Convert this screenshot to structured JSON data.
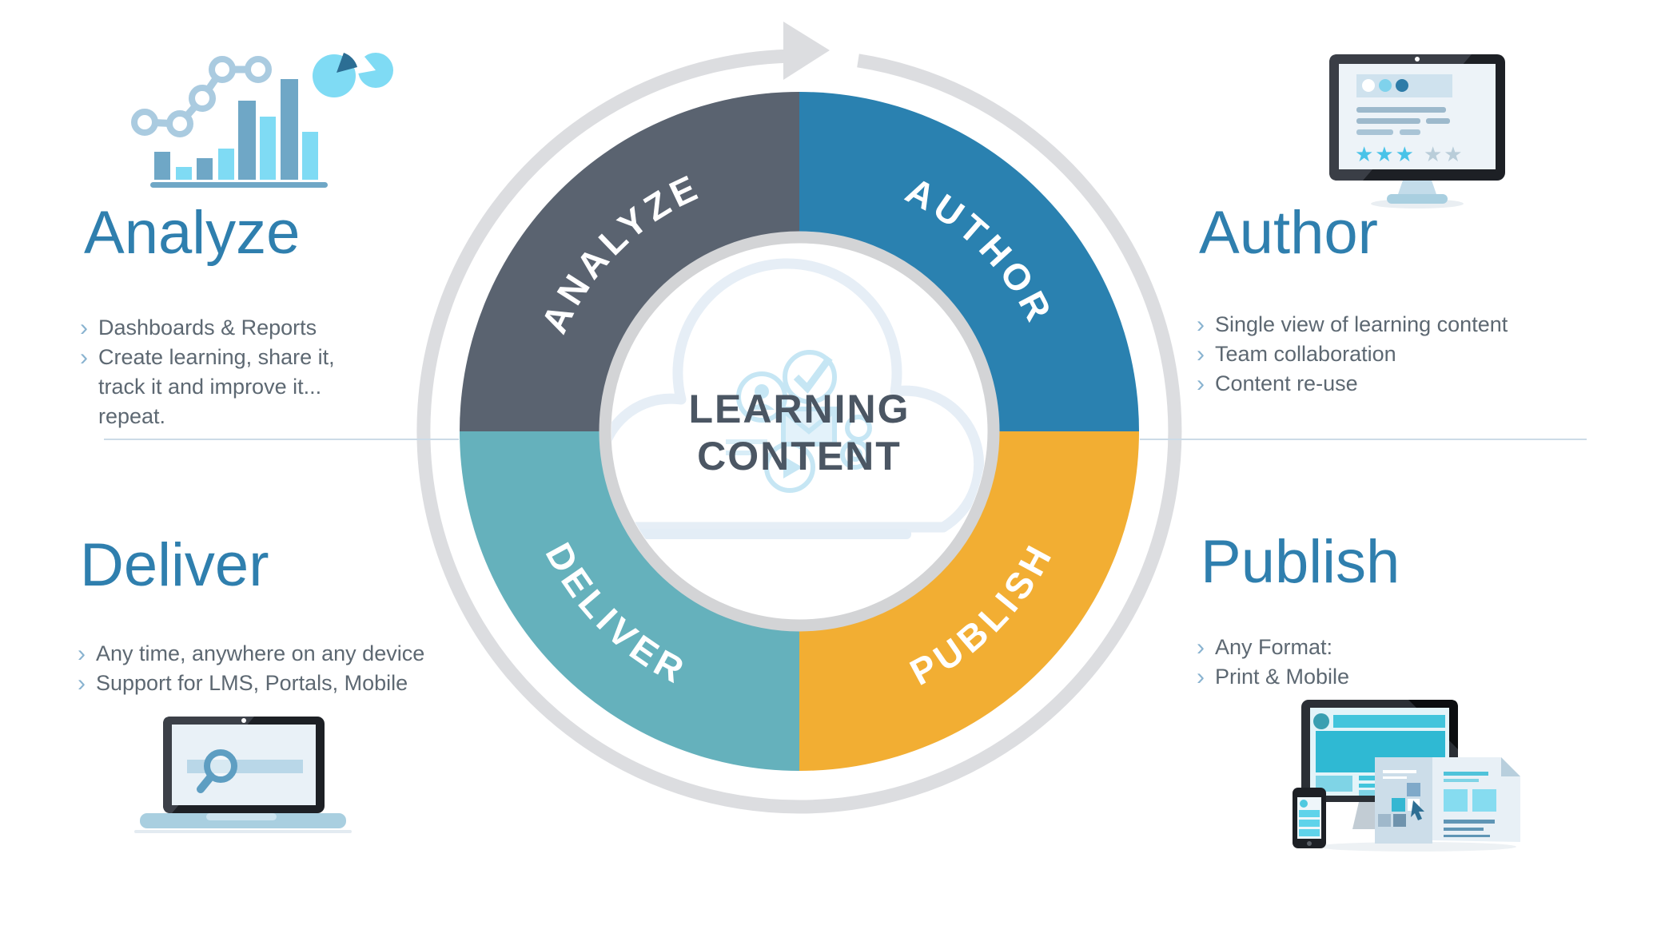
{
  "wheel": {
    "center_label": {
      "line1": "LEARNING",
      "line2": "CONTENT"
    },
    "quadrants": [
      {
        "id": "analyze",
        "label": "ANALYZE",
        "color": "#5a6370"
      },
      {
        "id": "author",
        "label": "AUTHOR",
        "color": "#2a81b0"
      },
      {
        "id": "deliver",
        "label": "DELIVER",
        "color": "#65b1bc"
      },
      {
        "id": "publish",
        "label": "PUBLISH",
        "color": "#f2ae33"
      }
    ],
    "ring_color": "#dcdde0",
    "direction": "clockwise"
  },
  "sections": {
    "analyze": {
      "title": "Analyze",
      "icon": "bar-chart-icon",
      "bullets": [
        "Dashboards & Reports",
        "Create learning, share it, track it and improve it... repeat."
      ]
    },
    "author": {
      "title": "Author",
      "icon": "desktop-monitor-icon",
      "bullets": [
        "Single view of learning content",
        "Team collaboration",
        "Content re-use"
      ]
    },
    "deliver": {
      "title": "Deliver",
      "icon": "laptop-search-icon",
      "bullets": [
        "Any time, anywhere on any device",
        "Support for LMS, Portals, Mobile"
      ]
    },
    "publish": {
      "title": "Publish",
      "icon": "multi-device-print-icon",
      "bullets": [
        "Any Format:",
        "Print & Mobile"
      ]
    }
  },
  "colors": {
    "title_blue": "#2f7fae",
    "body_gray": "#5d6872",
    "chevron_blue": "#89b3d0",
    "divider": "#ccdbe7",
    "center_text": "#4b5663"
  }
}
